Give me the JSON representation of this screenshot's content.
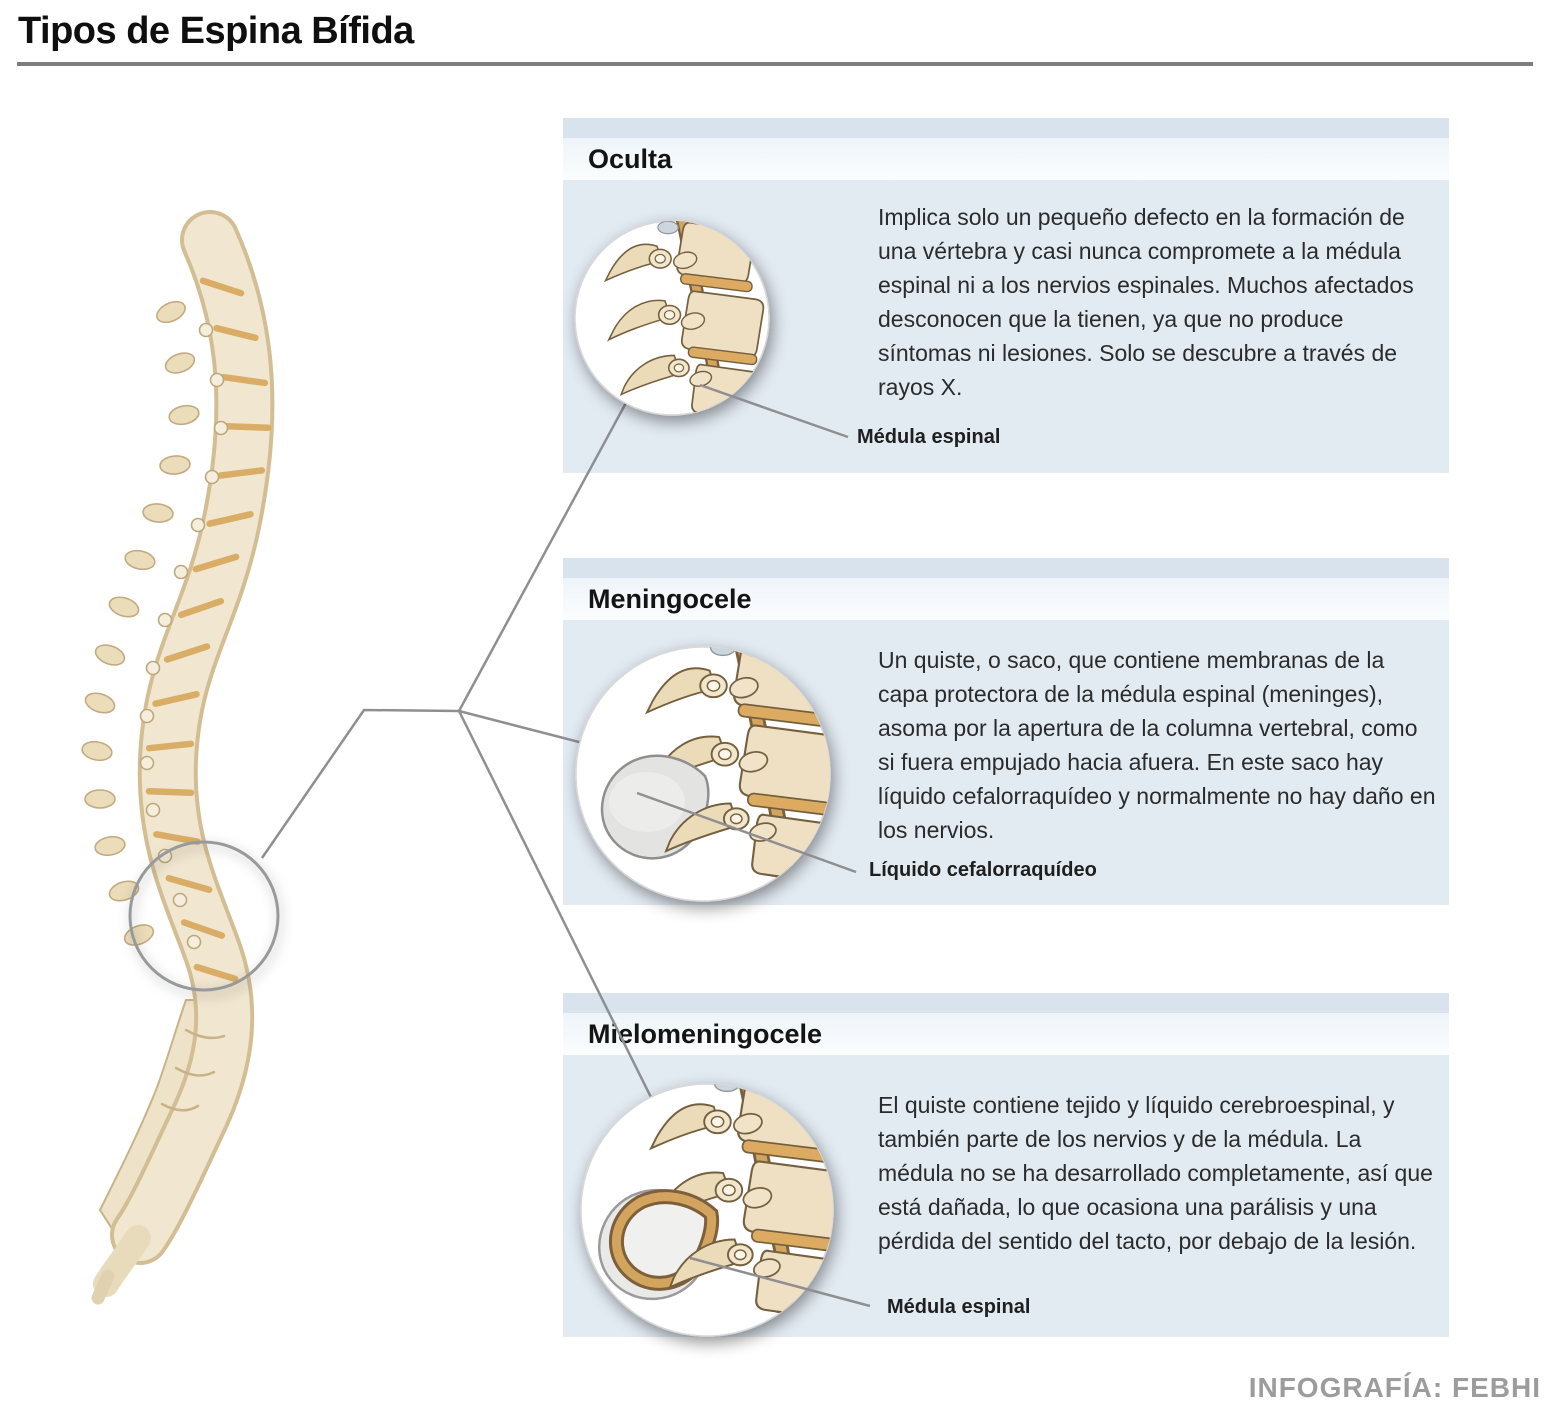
{
  "page": {
    "title": "Tipos de Espina Bífida",
    "credit": "INFOGRAFÍA: FEBHI"
  },
  "panels": [
    {
      "id": "oculta",
      "title": "Oculta",
      "description": "Implica solo un pequeño defecto en la formación de una vértebra y casi nunca compromete a la médula espinal ni a los nervios espinales.  Muchos afectados desconocen que la tienen, ya que no produce síntomas ni lesiones. Solo se descubre a través de rayos X.",
      "label": "Médula espinal"
    },
    {
      "id": "meningocele",
      "title": "Meningocele",
      "description": "Un quiste, o saco, que contiene membranas de la capa protectora de la médula espinal (meninges), asoma por la apertura de la columna vertebral, como si fuera empujado hacia afuera. En este saco hay líquido cefalorraquídeo y normalmente no hay daño en los nervios.",
      "label": "Líquido cefalorraquídeo"
    },
    {
      "id": "mielomeningocele",
      "title": "Mielomeningocele",
      "description": "El quiste contiene tejido y líquido cerebroespinal, y también parte de los nervios y de la médula. La médula no se ha desarrollado completamente, así que está dañada, lo que ocasiona una parálisis y una pérdida del sentido del tacto, por debajo de la lesión.",
      "label": "Médula espinal"
    }
  ],
  "colors": {
    "panel_body": "#e2eaf2",
    "panel_strip": "#d8e3ed",
    "bone_fill": "#efdfc3",
    "bone_outline": "#74603f",
    "cord_tan": "#d3a45e",
    "sac_gray": "#e3e3e1",
    "line_gray": "#999999",
    "credit_gray": "#9c9c9c"
  }
}
